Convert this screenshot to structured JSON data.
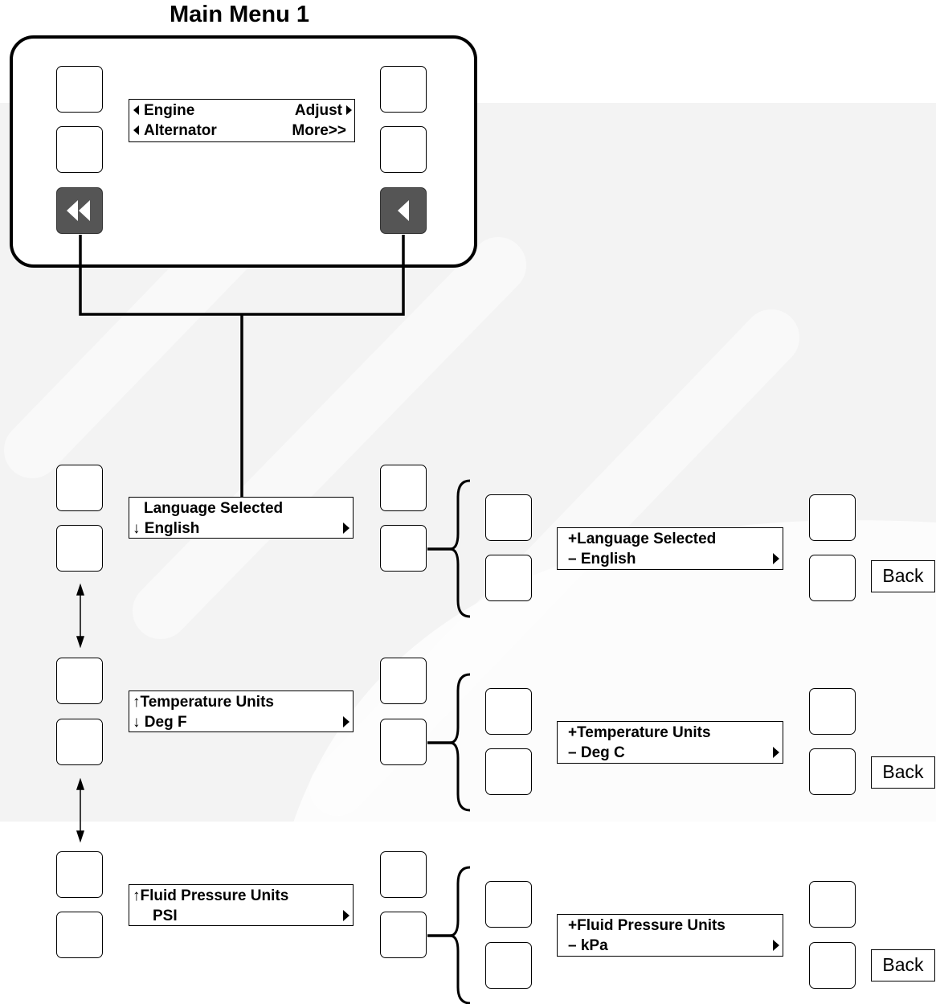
{
  "title": "Main Menu 1",
  "colors": {
    "line": "#000000",
    "key_dark": "#555555",
    "watermark": "#f0f0f0"
  },
  "main_menu": {
    "line1_left": "Engine",
    "line1_right": "Adjust",
    "line2_left": "Alternator",
    "line2_right": "More>>",
    "left_nav_icon": "double-left-arrow",
    "right_nav_icon": "left-arrow"
  },
  "rows": [
    {
      "screen": {
        "line1": "Language Selected",
        "line2": "↓ English"
      },
      "edit": {
        "line1": "+Language Selected",
        "line2": "–   English"
      },
      "back_label": "Back"
    },
    {
      "screen": {
        "line1": "↑Temperature Units",
        "line2": "↓  Deg F"
      },
      "edit": {
        "line1": "+Temperature Units",
        "line2": "– Deg C"
      },
      "back_label": "Back"
    },
    {
      "screen": {
        "line1": "↑Fluid Pressure Units",
        "line2": "PSI"
      },
      "edit": {
        "line1": "+Fluid Pressure Units",
        "line2": "–    kPa"
      },
      "back_label": "Back"
    }
  ]
}
